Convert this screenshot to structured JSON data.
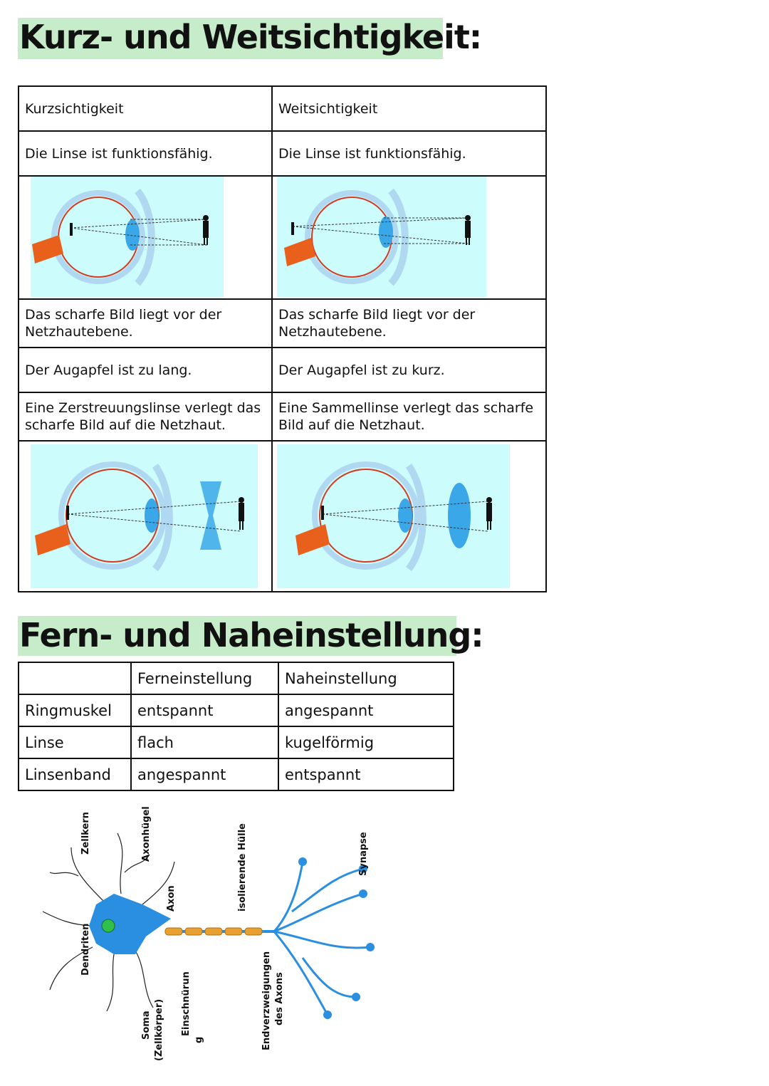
{
  "title1": "Kurz- und Weitsichtigkeit:",
  "table1": {
    "header": [
      "Kurzsichtigkeit",
      "Weitsichtigkeit"
    ],
    "row_lens": [
      "Die Linse ist funktionsfähig.",
      "Die Linse ist funktionsfähig."
    ],
    "row_image": [
      "Das scharfe Bild liegt vor der Netzhautebene.",
      "Das scharfe Bild liegt vor der Netzhautebene."
    ],
    "row_eyeball": [
      "Der Augapfel ist zu lang.",
      "Der Augapfel ist zu kurz."
    ],
    "row_correction": [
      "Eine Zerstreuungslinse verlegt das scharfe Bild auf die Netzhaut.",
      "Eine Sammellinse verlegt das scharfe Bild auf die Netzhaut."
    ]
  },
  "title2": "Fern- und Naheinstellung:",
  "table2": {
    "header": [
      "",
      "Ferneinstellung",
      "Naheinstellung"
    ],
    "rows": [
      [
        "Ringmuskel",
        "entspannt",
        "angespannt"
      ],
      [
        "Linse",
        "flach",
        "kugelförmig"
      ],
      [
        "Linsenband",
        "angespannt",
        "entspannt"
      ]
    ]
  },
  "neuron_labels": {
    "dendriten": "Dendriten",
    "zellkern": "Zellkern",
    "soma": "Soma",
    "zellkoerper": "(Zellkörper)",
    "axonhuegel": "Axonhügel",
    "axon": "Axon",
    "einschnuerung_1": "Einschnürun",
    "einschnuerung_2": "g",
    "isolierende_huelle": "isolierende Hülle",
    "endverzweigungen_1": "Endverzweigungen",
    "endverzweigungen_2": "des Axons",
    "synapse": "Synapse"
  },
  "colors": {
    "heading_bg": "#c7ecc9",
    "image_bg": "#ccfcfc",
    "eye_outline": "#b0d8f0",
    "retina": "#d63a20",
    "optic_nerve": "#e8601c",
    "lens": "#3aa8e8",
    "neuron": "#2a8fe0",
    "myelin": "#e8a030"
  }
}
